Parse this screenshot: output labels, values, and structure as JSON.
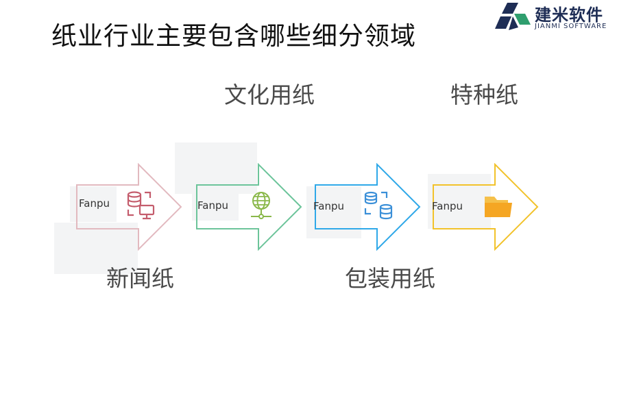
{
  "title": "纸业行业主要包含哪些细分领域",
  "logo": {
    "name_cn": "建米软件",
    "name_en": "JIANMI SOFTWARE"
  },
  "top_labels": [
    "文化用纸",
    "特种纸"
  ],
  "bottom_labels": [
    "新闻纸",
    "包装用纸"
  ],
  "steps": [
    {
      "watermark": "Fanpu",
      "color": "#e2b9bf",
      "icon": "database-monitor-icon",
      "icon_color": "#c45c6c"
    },
    {
      "watermark": "Fanpu",
      "color": "#6cc49a",
      "icon": "globe-network-icon",
      "icon_color": "#8ab84a"
    },
    {
      "watermark": "Fanpu",
      "color": "#2ea8e8",
      "icon": "database-sync-icon",
      "icon_color": "#3a8fd8"
    },
    {
      "watermark": "Fanpu",
      "color": "#f2c22a",
      "icon": "folder-icon",
      "icon_color": "#f5a623"
    }
  ]
}
